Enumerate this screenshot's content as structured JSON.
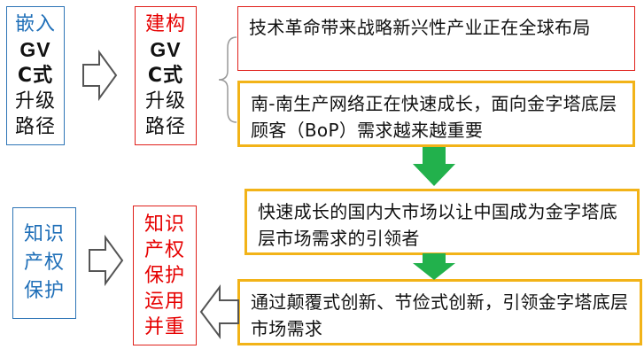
{
  "left_top": {
    "lines": [
      "嵌入",
      "GV",
      "C式",
      "升级",
      "路径"
    ]
  },
  "mid_top": {
    "lines": [
      "建构",
      "GV",
      "C式",
      "升级",
      "路径"
    ]
  },
  "left_bottom": {
    "lines": [
      "知识",
      "产权",
      "保护"
    ]
  },
  "mid_bottom": {
    "lines": [
      "知识",
      "产权",
      "保护",
      "运用",
      "并重"
    ]
  },
  "boxes": [
    {
      "text": "技术革命带来战略新兴性产业正在全球布局"
    },
    {
      "text": "南-南生产网络正在快速成长，面向金字塔底层顾客（BoP）需求越来越重要"
    },
    {
      "text": "快速成长的国内大市场以让中国成为金字塔底层市场需求的引领者"
    },
    {
      "text": "通过颠覆式创新、节俭式创新，引领金字塔底层市场需求"
    }
  ],
  "colors": {
    "blue": "#1F6FB8",
    "red": "#E60000",
    "gold": "#F2B318",
    "green": "#22B14C"
  }
}
